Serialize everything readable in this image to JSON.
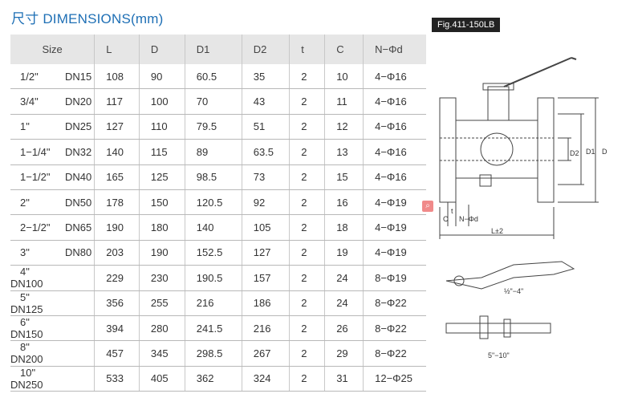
{
  "title": "尺寸 DIMENSIONS(mm)",
  "figure_label": "Fig.411-150LB",
  "columns": [
    "Size",
    "L",
    "D",
    "D1",
    "D2",
    "t",
    "C",
    "N−Φd"
  ],
  "rows": [
    {
      "inch": "1/2\"",
      "dn": "DN15",
      "L": "108",
      "D": "90",
      "D1": "60.5",
      "D2": "35",
      "t": "2",
      "C": "10",
      "N": "4−Φ16"
    },
    {
      "inch": "3/4\"",
      "dn": "DN20",
      "L": "117",
      "D": "100",
      "D1": "70",
      "D2": "43",
      "t": "2",
      "C": "11",
      "N": "4−Φ16"
    },
    {
      "inch": "1\"",
      "dn": "DN25",
      "L": "127",
      "D": "110",
      "D1": "79.5",
      "D2": "51",
      "t": "2",
      "C": "12",
      "N": "4−Φ16"
    },
    {
      "inch": "1−1/4\"",
      "dn": "DN32",
      "L": "140",
      "D": "115",
      "D1": "89",
      "D2": "63.5",
      "t": "2",
      "C": "13",
      "N": "4−Φ16"
    },
    {
      "inch": "1−1/2\"",
      "dn": "DN40",
      "L": "165",
      "D": "125",
      "D1": "98.5",
      "D2": "73",
      "t": "2",
      "C": "15",
      "N": "4−Φ16"
    },
    {
      "inch": "2\"",
      "dn": "DN50",
      "L": "178",
      "D": "150",
      "D1": "120.5",
      "D2": "92",
      "t": "2",
      "C": "16",
      "N": "4−Φ19"
    },
    {
      "inch": "2−1/2\"",
      "dn": "DN65",
      "L": "190",
      "D": "180",
      "D1": "140",
      "D2": "105",
      "t": "2",
      "C": "18",
      "N": "4−Φ19"
    },
    {
      "inch": "3\"",
      "dn": "DN80",
      "L": "203",
      "D": "190",
      "D1": "152.5",
      "D2": "127",
      "t": "2",
      "C": "19",
      "N": "4−Φ19"
    },
    {
      "inch": "4\"",
      "dn": "DN100",
      "L": "229",
      "D": "230",
      "D1": "190.5",
      "D2": "157",
      "t": "2",
      "C": "24",
      "N": "8−Φ19"
    },
    {
      "inch": "5\"",
      "dn": "DN125",
      "L": "356",
      "D": "255",
      "D1": "216",
      "D2": "186",
      "t": "2",
      "C": "24",
      "N": "8−Φ22"
    },
    {
      "inch": "6\"",
      "dn": "DN150",
      "L": "394",
      "D": "280",
      "D1": "241.5",
      "D2": "216",
      "t": "2",
      "C": "26",
      "N": "8−Φ22"
    },
    {
      "inch": "8\"",
      "dn": "DN200",
      "L": "457",
      "D": "345",
      "D1": "298.5",
      "D2": "267",
      "t": "2",
      "C": "29",
      "N": "8−Φ22"
    },
    {
      "inch": "10\"",
      "dn": "DN250",
      "L": "533",
      "D": "405",
      "D1": "362",
      "D2": "324",
      "t": "2",
      "C": "31",
      "N": "12−Φ25"
    }
  ],
  "drawing_labels": {
    "dim_l": "L±2",
    "dim_d": "D",
    "dim_d1": "D1",
    "dim_d2": "D2",
    "dim_c": "C",
    "dim_t": "t",
    "dim_nd": "N−Φd",
    "handle_range_small": "½\"−4\"",
    "handle_range_large": "5\"−10\""
  }
}
